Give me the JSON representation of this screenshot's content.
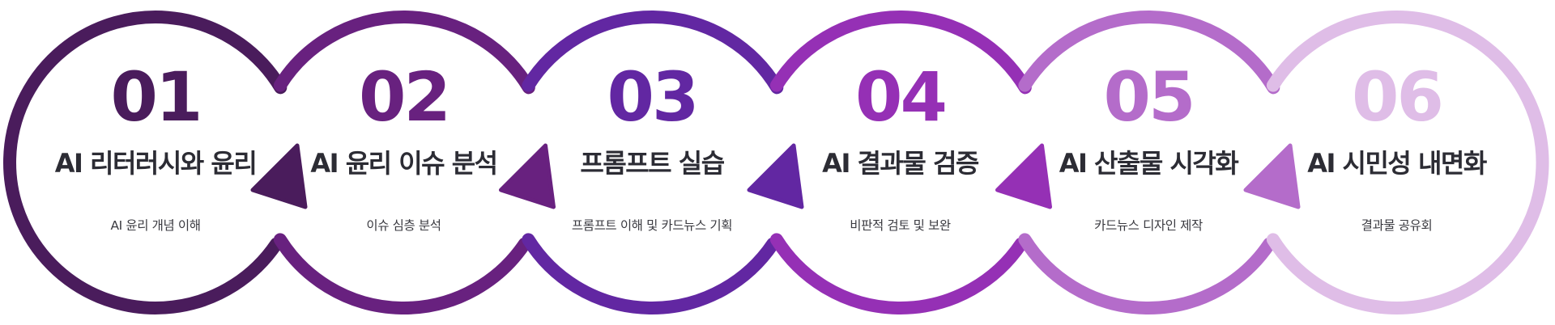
{
  "steps": [
    {
      "number": "01",
      "title": "AI 리터러시와 윤리",
      "description": "AI 윤리 개념 이해",
      "color": "#4a1c5c"
    },
    {
      "number": "02",
      "title": "AI 윤리 이슈 분석",
      "description": "이슈 심층 분석",
      "color": "#68217f"
    },
    {
      "number": "03",
      "title": "프롬프트 실습",
      "description": "프롬프트 이해 및 카드뉴스 기획",
      "color": "#6227a2"
    },
    {
      "number": "04",
      "title": "AI 결과물 검증",
      "description": "비판적 검토 및 보완",
      "color": "#9530b5"
    },
    {
      "number": "05",
      "title": "AI 산출물 시각화",
      "description": "카드뉴스 디자인 제작",
      "color": "#b46cca"
    },
    {
      "number": "06",
      "title": "AI 시민성 내면화",
      "description": "결과물 공유회",
      "color": "#dfbde7"
    }
  ]
}
